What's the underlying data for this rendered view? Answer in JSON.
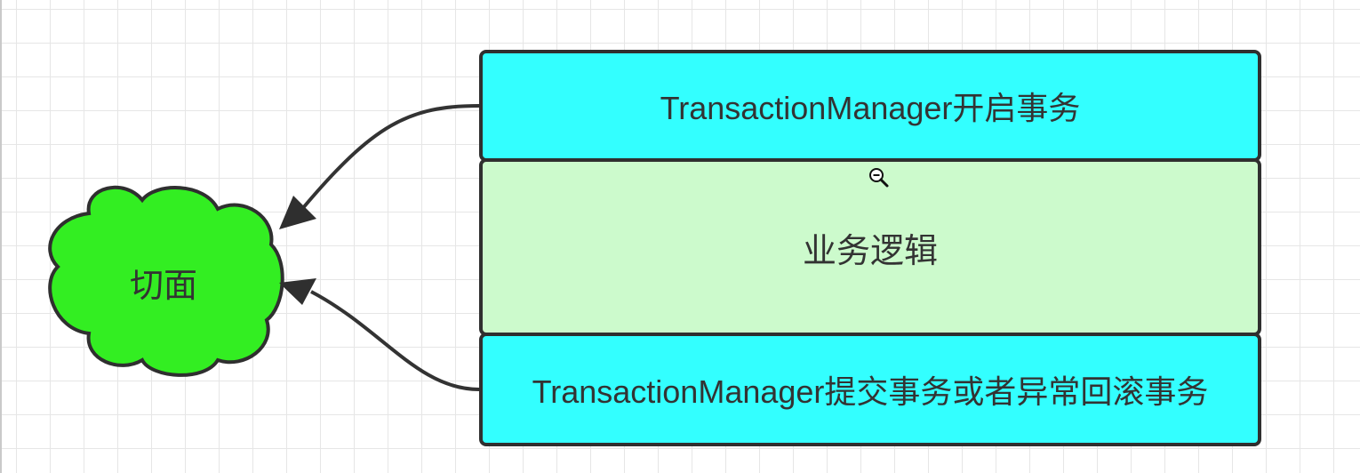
{
  "diagram": {
    "cloud": {
      "label": "切面",
      "fill": "#33ee22",
      "stroke": "#2f2f2f"
    },
    "boxes": {
      "top": {
        "label": "TransactionManager开启事务",
        "fill": "#33ffff"
      },
      "middle": {
        "label": "业务逻辑",
        "fill": "#ccfacc"
      },
      "bottom": {
        "label": "TransactionManager提交事务或者异常回滚事务",
        "fill": "#33ffff"
      }
    },
    "edges": [
      {
        "from": "TransactionManager开启事务",
        "to": "切面"
      },
      {
        "from": "TransactionManager提交事务或者异常回滚事务",
        "to": "切面"
      }
    ],
    "cursor_icon": "zoom-in-icon"
  }
}
